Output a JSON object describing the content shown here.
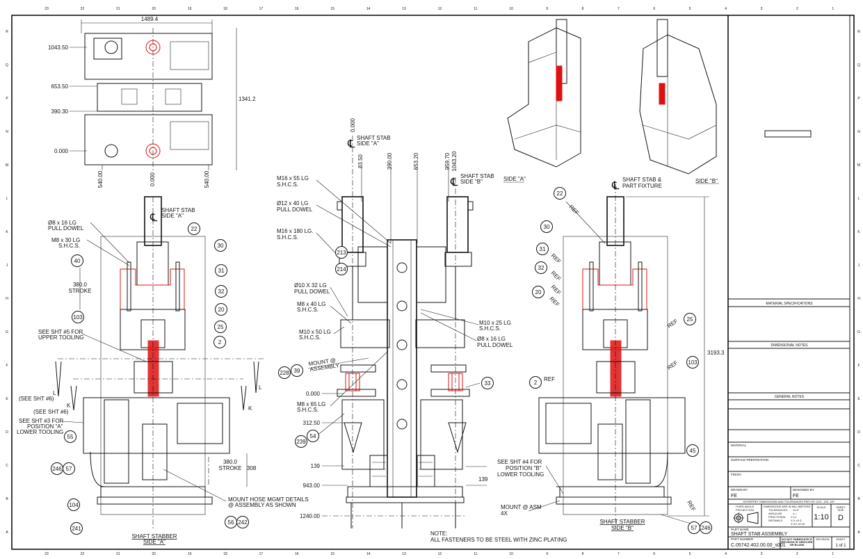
{
  "sheet": {
    "columns": [
      "23",
      "22",
      "21",
      "20",
      "19",
      "18",
      "17",
      "16",
      "15",
      "14",
      "13",
      "12",
      "11",
      "10",
      "9",
      "8",
      "7",
      "6",
      "5",
      "4",
      "3",
      "2",
      "1"
    ],
    "rows": [
      "R",
      "Q",
      "P",
      "N",
      "M",
      "L",
      "K",
      "J",
      "H",
      "G",
      "F",
      "E",
      "D",
      "C",
      "B",
      "A"
    ]
  },
  "top_view": {
    "width_dim": "1489.4",
    "left_dims": [
      "1043.50",
      "653.50",
      "390.30",
      "0.000"
    ],
    "height_dim": "1341.2",
    "bottom_dims": [
      "540.00",
      "0.000",
      "540.00"
    ]
  },
  "iso_views": {
    "side_a": "SIDE \"A\"",
    "side_b": "SIDE \"B\""
  },
  "center_view": {
    "top_dims": [
      "0.000",
      "83.50",
      "390.00",
      "653.20",
      "959.70",
      "1043.20"
    ],
    "cl_a": [
      "SHAFT STAB",
      "SIDE \"A\""
    ],
    "cl_b": [
      "SHAFT STAB",
      "SIDE \"B\""
    ],
    "callouts": [
      "M16 x 55 LG",
      "S.H.C.S.",
      "Ø12 x 40 LG",
      "PULL DOWEL",
      "M16 x 180 LG.",
      "S.H.C.S.",
      "Ø10 X 32 LG",
      "PULL DOWEL",
      "M8 x 40 LG",
      "S.H.C.S.",
      "M10 x 50 LG",
      "S.H.C.S.",
      "MOUNT @",
      "ASSEMBLY",
      "M8 x 65 LG",
      "S.H.C.S.",
      "M10 x 25 LG",
      "S.H.C.S.",
      "Ø8 x 16 LG",
      "PULL DOWEL"
    ],
    "side_dims": [
      "0.000",
      "312.50",
      "139",
      "943.00",
      "1240.00",
      "139"
    ],
    "balloons": [
      "213",
      "214",
      "228",
      "39",
      "33",
      "54",
      "239"
    ],
    "note": [
      "NOTE:",
      "ALL FASTENERS TO BE STEEL WITH ZINC PLATING"
    ]
  },
  "left_view": {
    "cl": [
      "SHAFT STAB",
      "SIDE \"A\""
    ],
    "callouts": [
      "Ø8 x 16 LG",
      "PULL DOWEL",
      "M8 x 30 LG",
      "S.H.C.S.",
      "380.0",
      "STROKE",
      "SEE SHT #5 FOR",
      "UPPER TOOLING",
      "L",
      "(SEE SHT #6)",
      "K",
      "(SEE SHT #6)",
      "L",
      "K",
      "SEE SHT #3 FOR",
      "POSITION \"A\"",
      "LOWER TOOLING",
      "380.0",
      "STROKE",
      "308",
      "MOUNT HOSE MGMT DETAILS",
      "@ ASSEMBLY AS SHOWN"
    ],
    "balloons": [
      "22",
      "40",
      "30",
      "31",
      "32",
      "20",
      "103",
      "25",
      "2",
      "55",
      "246",
      "57",
      "104",
      "56",
      "242",
      "241"
    ],
    "title": [
      "SHAFT STABBER",
      "SIDE \"A\""
    ]
  },
  "right_view": {
    "cl": [
      "SHAFT STAB &",
      "PART FIXTURE"
    ],
    "ref": "REF",
    "height_dim": "3193.3",
    "callouts": [
      "SEE SHT #4 FOR",
      "POSITION \"B\"",
      "LOWER TOOLING",
      "MOUNT @ ASM",
      "4X"
    ],
    "balloons": [
      "22",
      "30",
      "31",
      "32",
      "20",
      "25",
      "103",
      "2",
      "45",
      "57",
      "246"
    ],
    "title": [
      "SHAFT STABBER",
      "SIDE \"B\""
    ]
  },
  "title_block": {
    "material_specifications": "MATERIAL SPECIFICATIONS",
    "dimensional_notes": "DIMENSIONAL NOTES",
    "general_notes": "GENERAL NOTES",
    "material": "MATERIAL",
    "surface_preparation": "SURFACE PREPARATION",
    "finish": "FINISH",
    "drawn_by_label": "DRAWN BY",
    "drawn_by": "FE",
    "designed_by_label": "DESIGNED BY",
    "designed_by": "FE",
    "interpret": "INTERPRET DIMENSIONS AND TOLERANCES PER ISO 1101, 128, 129",
    "projection": [
      "THIRD ANGLE",
      "PROJECTION"
    ],
    "tolerances": [
      "DIMENSIONS ARE IN MILLIMETERS",
      "TOLERANCES:",
      "ANGULAR",
      "FRACTIONAL",
      "DECIMALS"
    ],
    "tolerance_values": [
      "±0.5°",
      "±—",
      "X    ±1",
      "X.X   ±0.3",
      "X.XX  ±0.10"
    ],
    "scale_label": "SCALE",
    "scale": "1:10",
    "sheet_size_label": [
      "SHEET",
      "SIZE"
    ],
    "sheet_size": "D",
    "part_name_label": "PART NAME",
    "part_name": "SHAFT STAB ASSEMBLY",
    "part_number_label": "PART NUMBER",
    "part_number": "C.05742.402.00.00_s001",
    "warning": [
      "DO NOT FABRICATE IF",
      "REVISION IS OBSCURE",
      "OR BLANK"
    ],
    "revision_label": "REVISION",
    "sheet_label": "SHEET",
    "sheet": "1 of 1"
  },
  "colors": {
    "line": "#111111",
    "highlight": "#e01010"
  }
}
